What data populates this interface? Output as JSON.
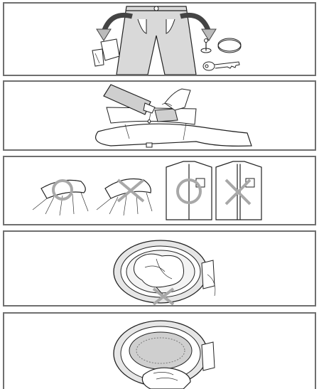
{
  "document": {
    "panels": [
      {
        "subject": "empty-pockets",
        "icons": [
          "trousers-icon",
          "tissue-icon",
          "pin-icon",
          "coin-icon",
          "key-icon"
        ]
      },
      {
        "subject": "pretreat-stain",
        "icons": [
          "detergent-bottle-icon",
          "brush-icon",
          "shirt-collar-icon"
        ]
      },
      {
        "subject": "close-fastenings",
        "marks": [
          "correct",
          "incorrect",
          "correct",
          "incorrect"
        ]
      },
      {
        "subject": "loading-door-obstructed",
        "marks": [
          "incorrect"
        ]
      },
      {
        "subject": "clean-door-seal",
        "icons": [
          "washer-door-icon",
          "hand-icon"
        ]
      }
    ],
    "colors": {
      "border": "#6f6f6f",
      "line": "#222222",
      "fill": "#d9d9d9",
      "mark": "#a8a8a8"
    }
  }
}
